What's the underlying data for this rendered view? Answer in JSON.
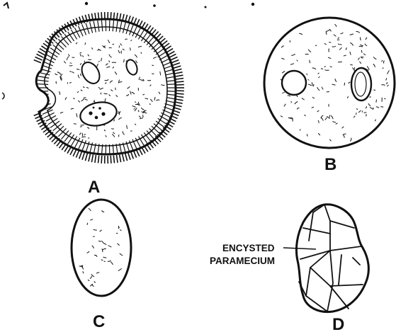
{
  "figure": {
    "labels": {
      "a": "A",
      "b": "B",
      "c": "C",
      "d": "D"
    },
    "annotation": {
      "line1": "ENCYSTED",
      "line2": "PARAMECIUM"
    }
  },
  "colors": {
    "ink": "#111111",
    "background": "#ffffff"
  }
}
